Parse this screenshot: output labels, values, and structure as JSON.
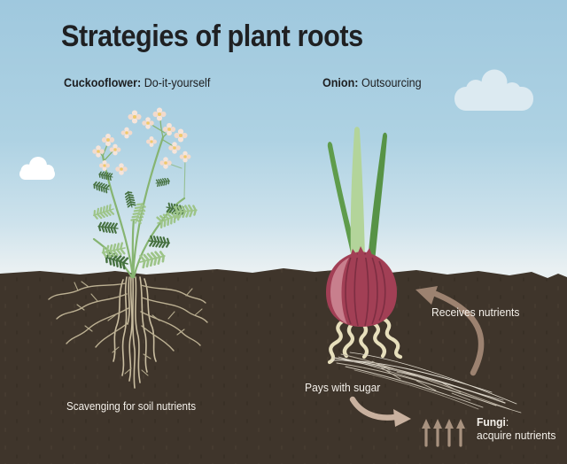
{
  "header": {
    "title": "Strategies of plant roots",
    "left_plant": {
      "name": "Cuckooflower:",
      "strategy": " Do-it-yourself"
    },
    "right_plant": {
      "name": "Onion:",
      "strategy": " Outsourcing"
    }
  },
  "captions": {
    "left_strategy": "Scavenging for soil nutrients",
    "receives": "Receives nutrients",
    "pays": "Pays with sugar",
    "fungi_title": "Fungi",
    "fungi_colon": ":",
    "fungi_desc": "acquire nutrients"
  },
  "colors": {
    "sky_top": "#9fc8de",
    "sky_horizon": "#e9f0f2",
    "soil": "#3f352b",
    "title_text": "#1f2022",
    "caption_text": "#f4f0ea",
    "root_tan": "#c9bda0",
    "onion_bulb": "#a23f55",
    "onion_highlight": "#c87f8d",
    "onion_ridge": "#7d2e42",
    "shoot_green": "#5f9c4c",
    "shoot_green_light": "#b3d49a",
    "leaf_light": "#9dc488",
    "leaf_dark": "#45703f",
    "stem_green": "#86b471",
    "flower_petal": "#f6e4d9",
    "flower_center": "#f0c96a",
    "onion_root_cream": "#e7dfbc",
    "hyphae_gray": "#cfc8ba",
    "arrow_dark_taupe": "#9c8270",
    "arrow_light_taupe": "#c9b19f",
    "cloud_white": "#ffffff",
    "cloud_pale": "#dceaf1"
  }
}
